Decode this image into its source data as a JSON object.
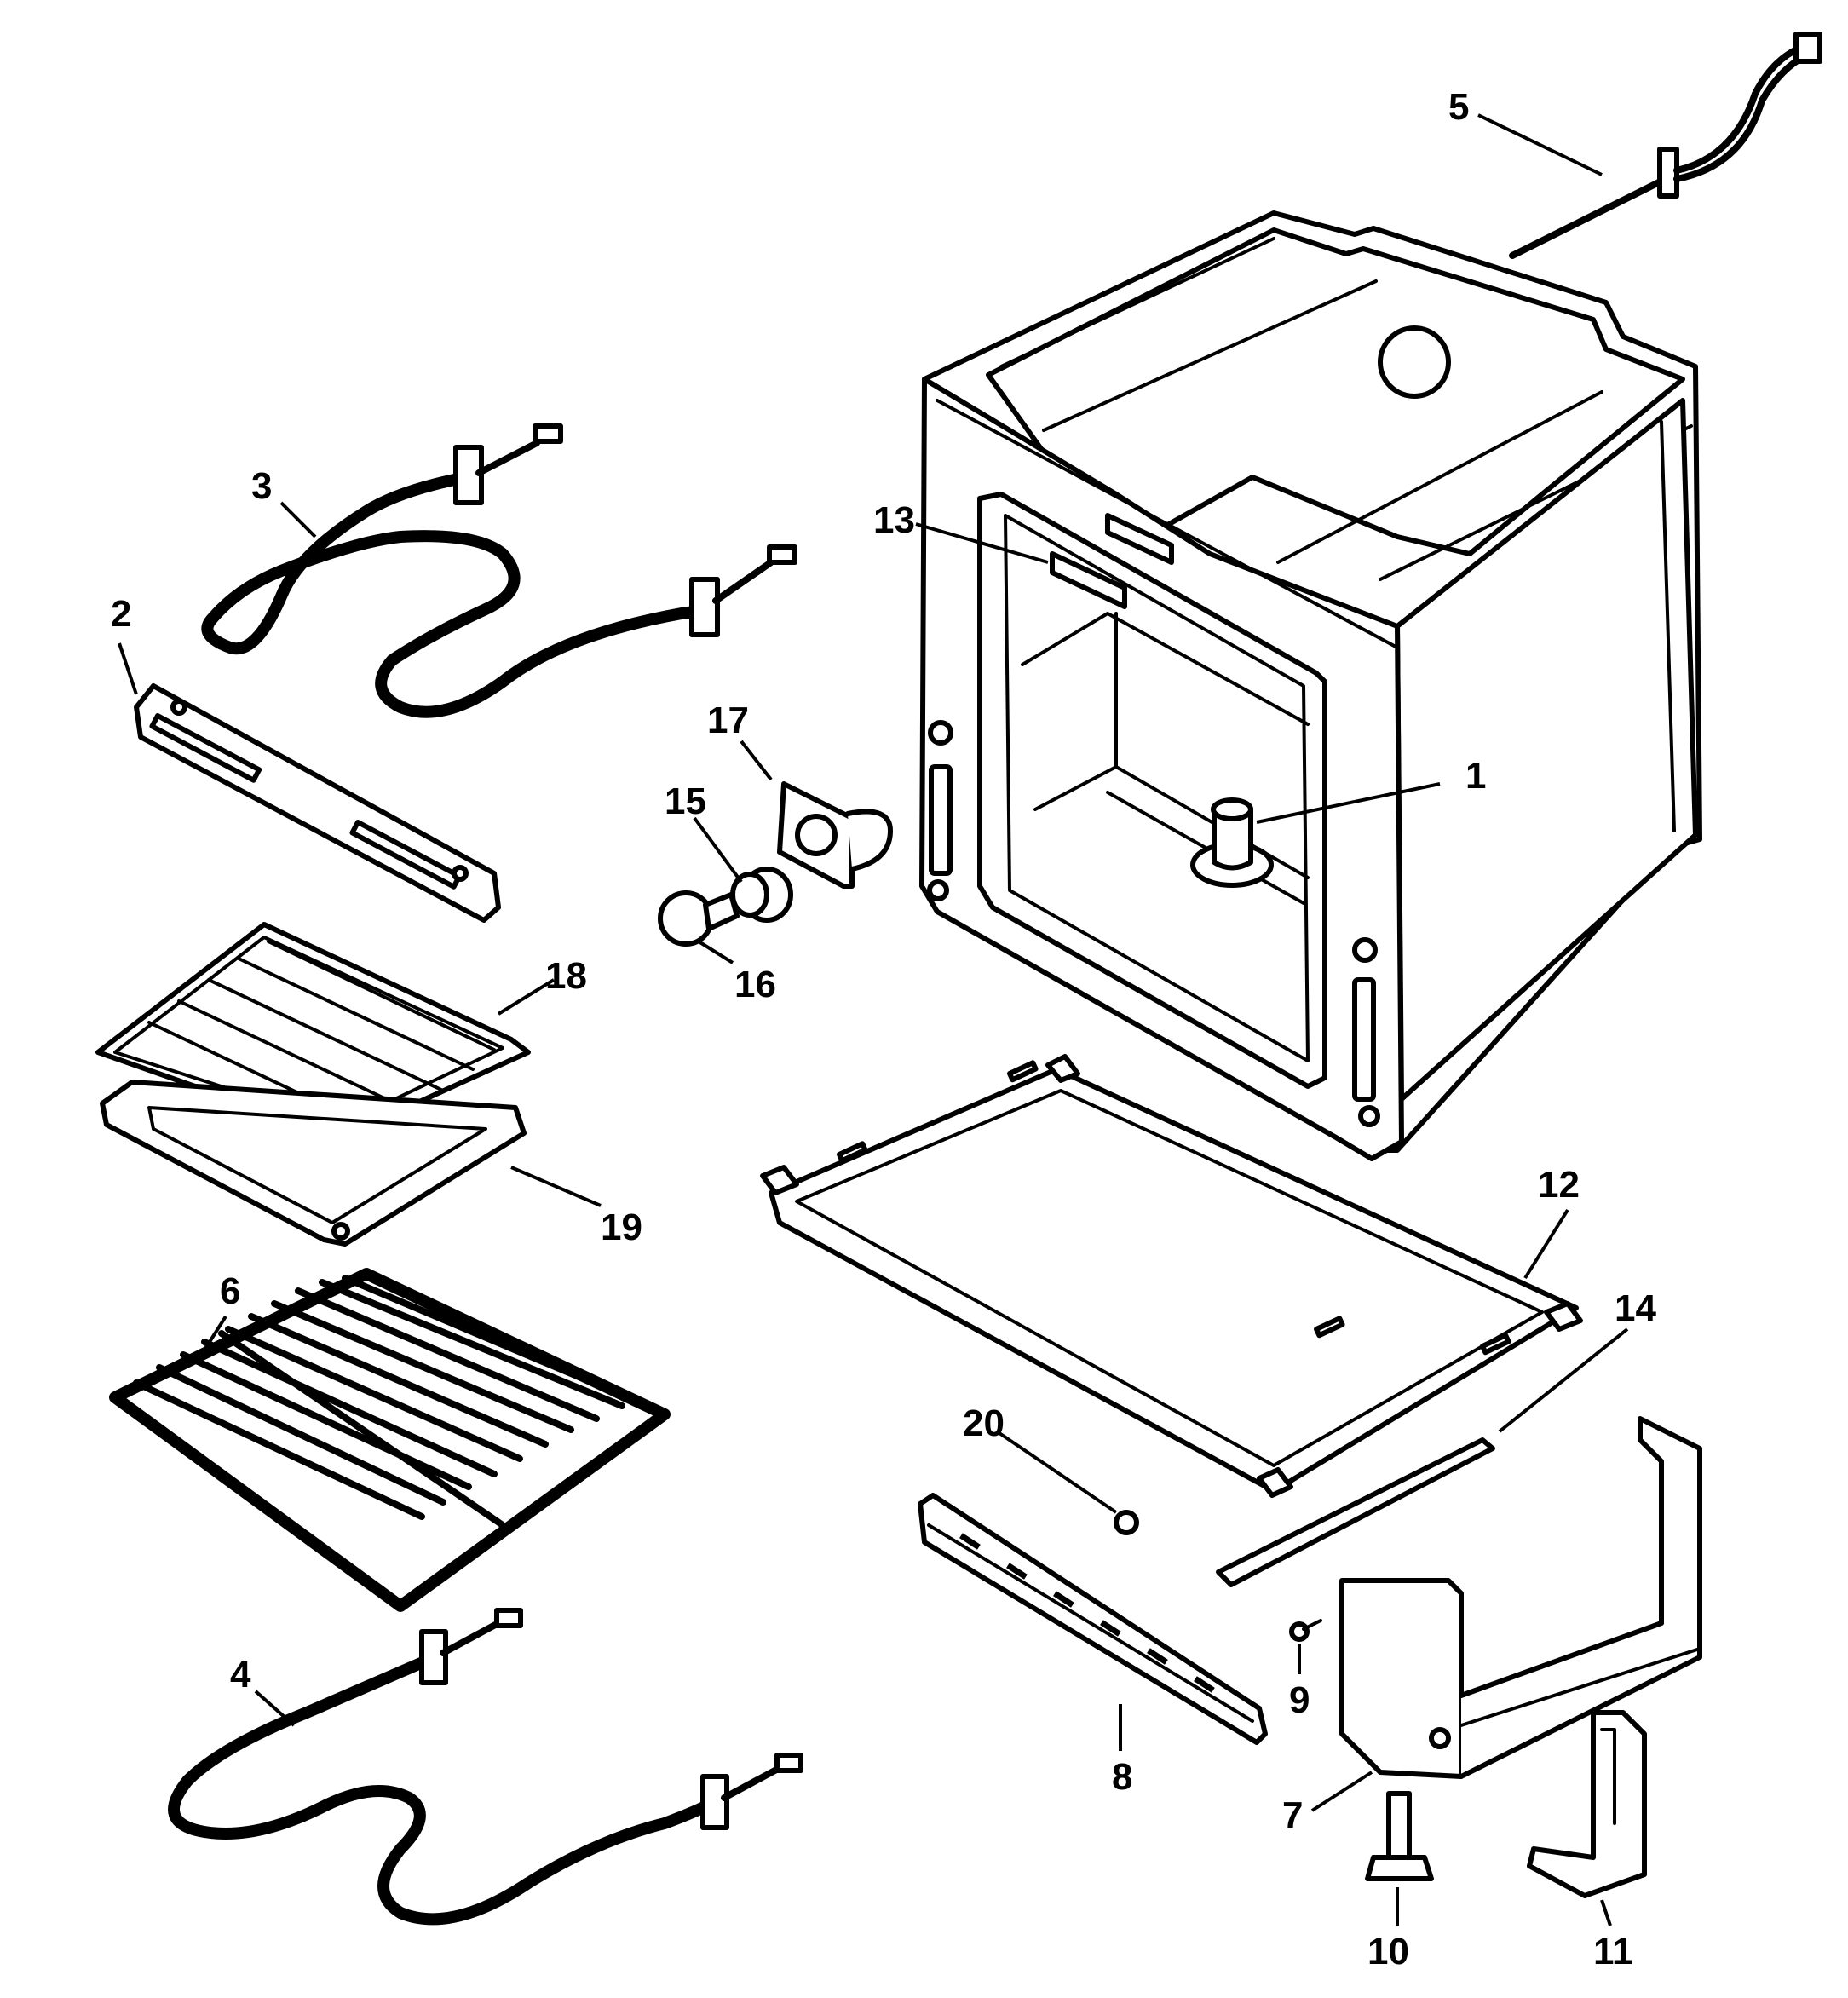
{
  "labels": {
    "p1": "1",
    "p2": "2",
    "p3": "3",
    "p4": "4",
    "p5": "5",
    "p6": "6",
    "p7": "7",
    "p8": "8",
    "p9": "9",
    "p10": "10",
    "p11": "11",
    "p12": "12",
    "p13": "13",
    "p14": "14",
    "p15": "15",
    "p16": "16",
    "p17": "17",
    "p18": "18",
    "p19": "19",
    "p20": "20"
  },
  "icons": {
    "part-1": "oven-bottom-vent",
    "part-2": "rack-support",
    "part-3": "broil-element",
    "part-4": "bake-element",
    "part-5": "temperature-sensor",
    "part-6": "oven-rack",
    "part-7": "side-bracket",
    "part-8": "rear-panel",
    "part-9": "screw",
    "part-10": "leveling-leg",
    "part-11": "anti-tip-bracket",
    "part-12": "bottom-frame",
    "part-13": "label-plate",
    "part-14": "support-rail",
    "part-15": "lamp-receptacle",
    "part-16": "light-bulb",
    "part-17": "lamp-housing",
    "part-18": "broiler-pan-insert",
    "part-19": "broiler-pan",
    "part-20": "fastener-nut"
  }
}
